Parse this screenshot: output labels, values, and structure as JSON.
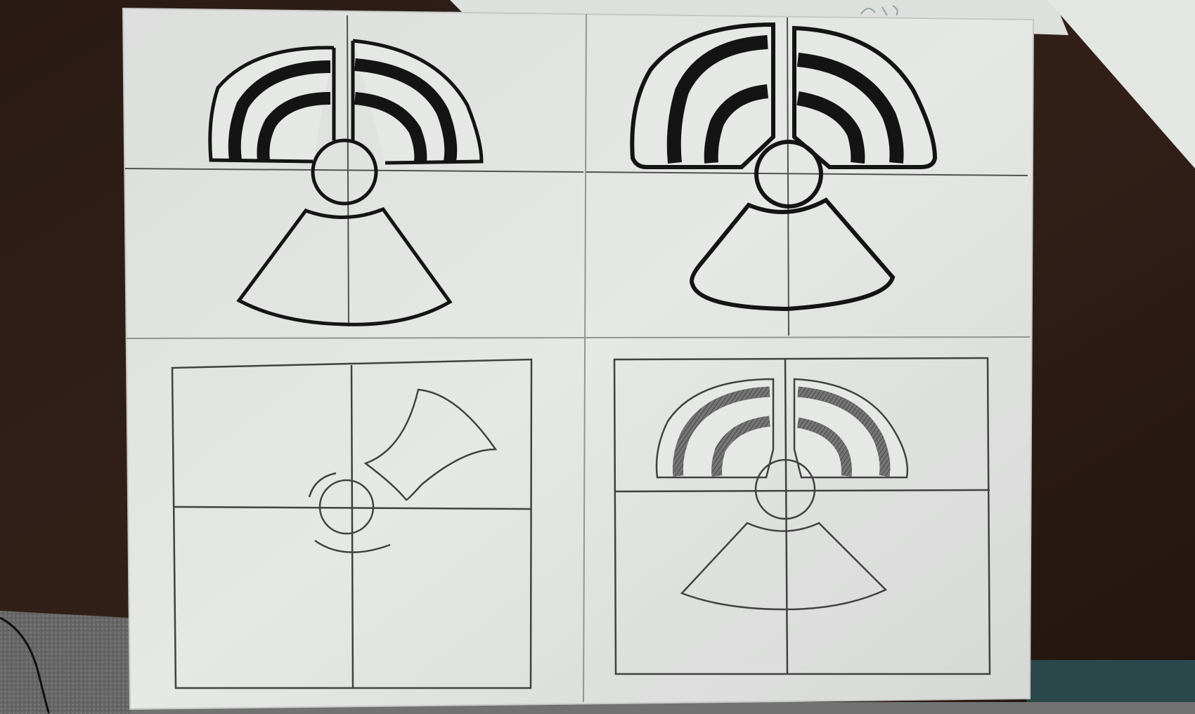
{
  "photo": {
    "subject": "hand-drawn-logo-sketches",
    "colors": {
      "desk": "#2a1a14",
      "paper": "#eef0ee",
      "ink": "#151515",
      "pencil": "#444444",
      "shading": "#6a6a6a",
      "carpet": "#6e6e6e",
      "teal_strip": "#2c4a4e"
    },
    "panels": [
      {
        "id": "top-left",
        "style": "thick-marker"
      },
      {
        "id": "top-right",
        "style": "thick-marker"
      },
      {
        "id": "bottom-left",
        "style": "pencil"
      },
      {
        "id": "bottom-right",
        "style": "pencil-shaded"
      }
    ]
  }
}
